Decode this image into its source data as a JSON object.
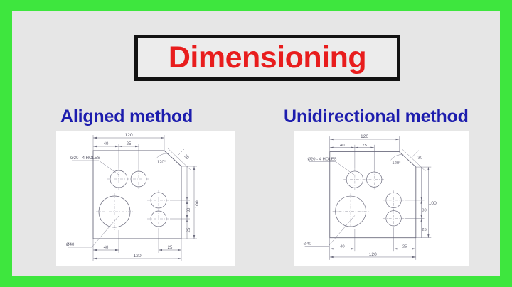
{
  "frame": {
    "border_color": "#3ee63e",
    "background_color": "#e6e6e6"
  },
  "title": {
    "text": "Dimensioning",
    "color": "#e81d1d",
    "border_color": "#121212"
  },
  "headings": {
    "left": "Aligned method",
    "right": "Unidirectional method",
    "color": "#1d1dae"
  },
  "drawings": {
    "left": {
      "name": "aligned-method-drawing",
      "note_holes": "Ø20 - 4 HOLES",
      "note_big": "Ø40",
      "dim_overall_top": "120",
      "dim_top_a": "40",
      "dim_top_b": "25",
      "dim_right_overall": "100",
      "dim_right_a": "30",
      "dim_right_b": "25",
      "dim_bottom_overall": "120",
      "dim_bottom_a": "40",
      "dim_bottom_b": "25",
      "dim_chamfer": "30",
      "dim_angle": "120°"
    },
    "right": {
      "name": "unidirectional-method-drawing",
      "note_holes": "Ø20 - 4 HOLES",
      "note_big": "Ø40",
      "dim_overall_top": "120",
      "dim_top_a": "40",
      "dim_top_b": "25",
      "dim_right_overall": "100",
      "dim_right_a": "30",
      "dim_right_b": "25",
      "dim_bottom_overall": "120",
      "dim_bottom_a": "40",
      "dim_bottom_b": "25",
      "dim_chamfer": "30",
      "dim_angle": "120°"
    }
  }
}
